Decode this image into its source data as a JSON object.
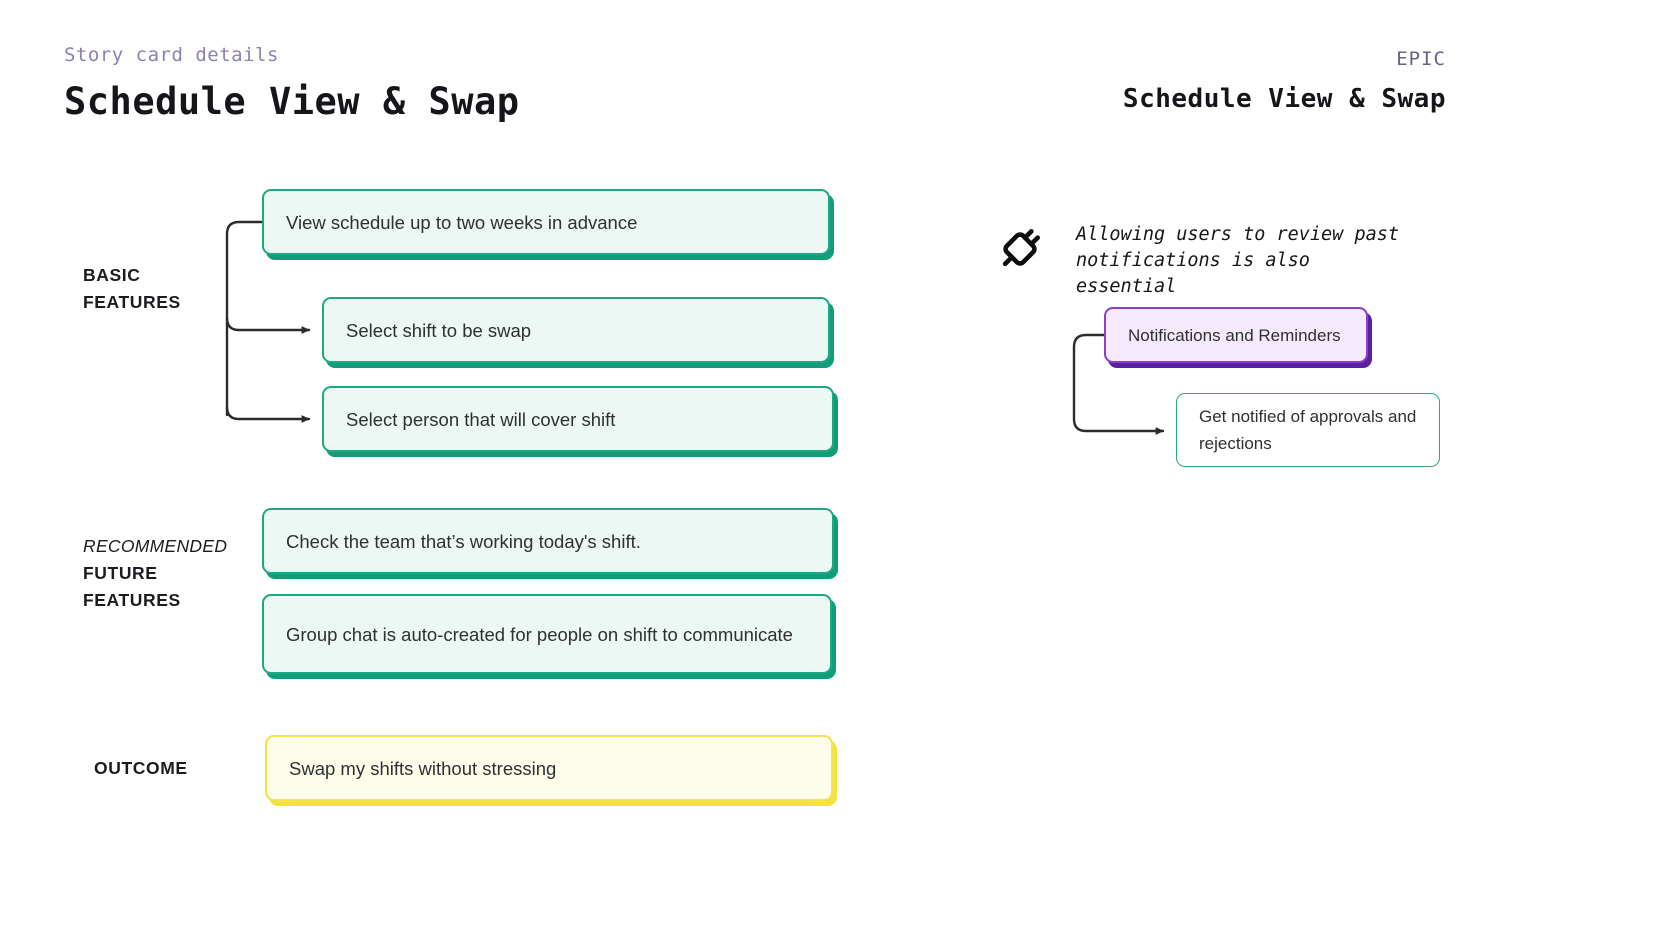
{
  "header": {
    "eyebrow": "Story card details",
    "title": "Schedule View & Swap",
    "epic_label": "EPIC",
    "epic_title": "Schedule View & Swap"
  },
  "rows": {
    "basic": {
      "line1": "BASIC",
      "line2": "FEATURES"
    },
    "future": {
      "line1": "RECOMMENDED",
      "line2": "FUTURE",
      "line3": "FEATURES"
    },
    "outcome": {
      "line1": "OUTCOME"
    }
  },
  "cards": {
    "view_schedule": "View schedule up to two weeks in advance",
    "select_shift": "Select shift to be swap",
    "select_person": "Select person that will cover shift",
    "check_team": "Check the team that’s working today's shift.",
    "group_chat": "Group chat is auto-created for people on shift to communicate",
    "outcome": "Swap my shifts without stressing",
    "notifications": "Notifications and Reminders",
    "approvals": "Get notified of approvals and rejections"
  },
  "note": {
    "icon": "plug-icon",
    "text": "Allowing users to review past\nnotifications is also\nessential"
  },
  "colors": {
    "teal_border": "#1fa683",
    "teal_shadow": "#0f9e79",
    "teal_fill": "#edf7f3",
    "yellow_border": "#f2e34a",
    "yellow_fill": "#fdfdea",
    "purple_border": "#8b3fc4",
    "purple_shadow": "#5b20a0",
    "purple_fill": "#f4eafb",
    "green_thin_border": "#2fa780",
    "eyebrow_purple": "#8e7fb0",
    "connector": "#2b2b2b",
    "text_dark": "#2f3033"
  }
}
